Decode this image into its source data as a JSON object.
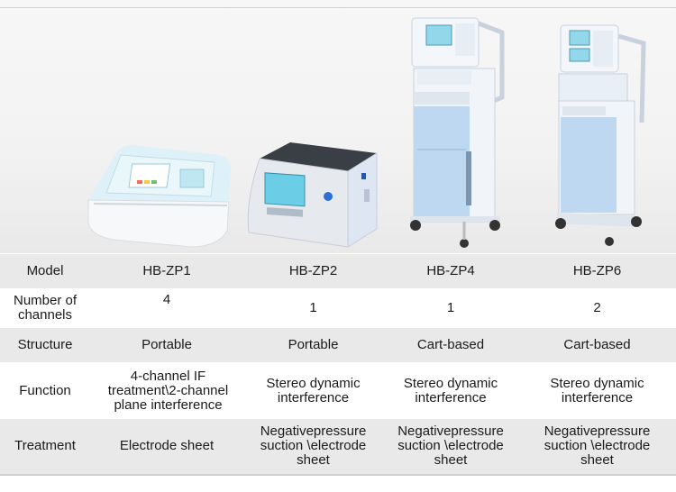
{
  "columns": [
    "Model",
    "HB-ZP1",
    "HB-ZP2",
    "HB-ZP4",
    "HB-ZP6"
  ],
  "rows": [
    {
      "label": "Number of channels",
      "values": [
        "4",
        "1",
        "1",
        "2"
      ]
    },
    {
      "label": "Structure",
      "values": [
        "Portable",
        "Portable",
        "Cart-based",
        "Cart-based"
      ]
    },
    {
      "label": "Function",
      "values": [
        "4-channel IF treatment\\2-channel plane interference",
        "Stereo dynamic interference",
        "Stereo dynamic interference",
        "Stereo dynamic interference"
      ]
    },
    {
      "label": "Treatment",
      "values": [
        "Electrode sheet",
        "Negativepressure suction \\electrode sheet",
        "Negativepressure suction \\electrode sheet",
        "Negativepressure suction \\electrode sheet"
      ]
    }
  ],
  "colors": {
    "row_shade": "#e9e9e9",
    "device_blue": "#bcd8f0",
    "screen_teal": "#8fd3e6"
  }
}
